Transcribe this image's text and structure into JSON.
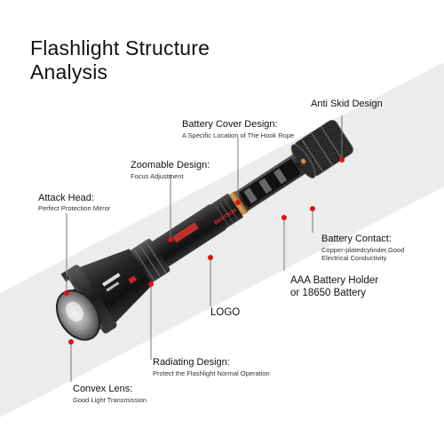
{
  "title": {
    "line1": "Flashlight Structure",
    "line2": "Analysis"
  },
  "callouts": {
    "anti_skid": {
      "title": "Anti Skid Design"
    },
    "battery_cover": {
      "title": "Battery Cover Design:",
      "desc": "A Specific Location of The Hook Rope"
    },
    "zoomable": {
      "title": "Zoomable Design:",
      "desc": "Focus Adjustment"
    },
    "attack_head": {
      "title": "Attack Head:",
      "desc": "Perfect Protection Mirror"
    },
    "battery_contact": {
      "title": "Battery Contact:",
      "desc1": "Copper-platedcylinder,Good",
      "desc2": "Electrical Conductivity"
    },
    "battery_holder": {
      "line1": "AAA Battery Holder",
      "line2": "or 18650 Battery"
    },
    "logo": {
      "title": "LOGO"
    },
    "radiating": {
      "title": "Radiating Design:",
      "desc": "Protect the Flashlight Normal Operation"
    },
    "convex_lens": {
      "title": "Convex Lens:",
      "desc": "Good Light Transmission"
    }
  },
  "body_text": {
    "brand": "BESTSUN"
  },
  "colors": {
    "background": "#ffffff",
    "band": "#ececec",
    "metal_dark": "#1a1a1a",
    "accent_copper": "#b87333"
  }
}
